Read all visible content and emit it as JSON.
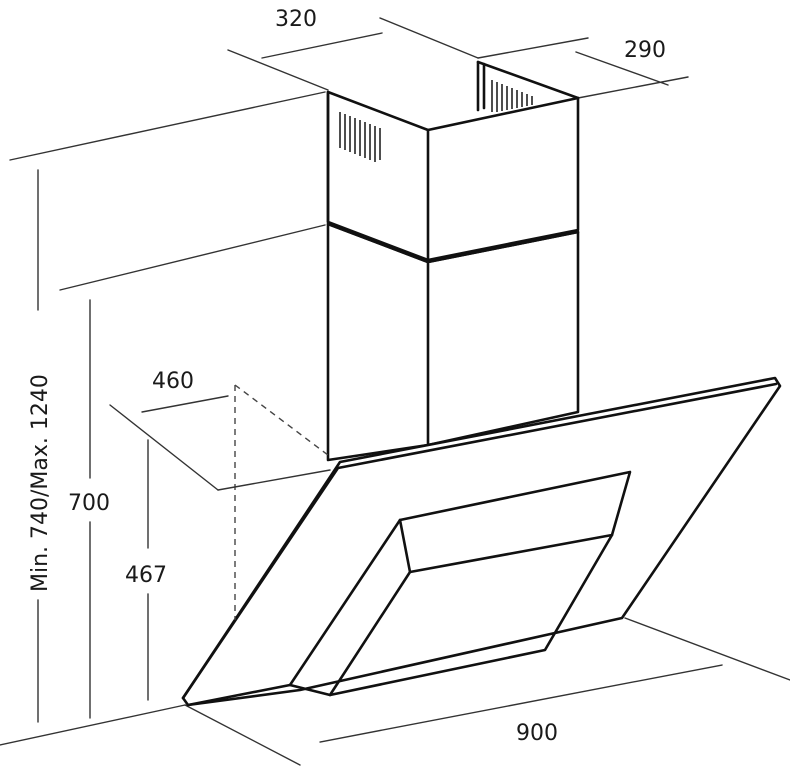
{
  "dimensions": {
    "chimney_width": "320",
    "chimney_depth": "290",
    "total_height": "Min. 740/Max. 1240",
    "hood_depth": "460",
    "hood_height": "700",
    "front_height": "467",
    "hood_width": "900"
  },
  "colors": {
    "line": "#111111",
    "background": "#ffffff"
  }
}
